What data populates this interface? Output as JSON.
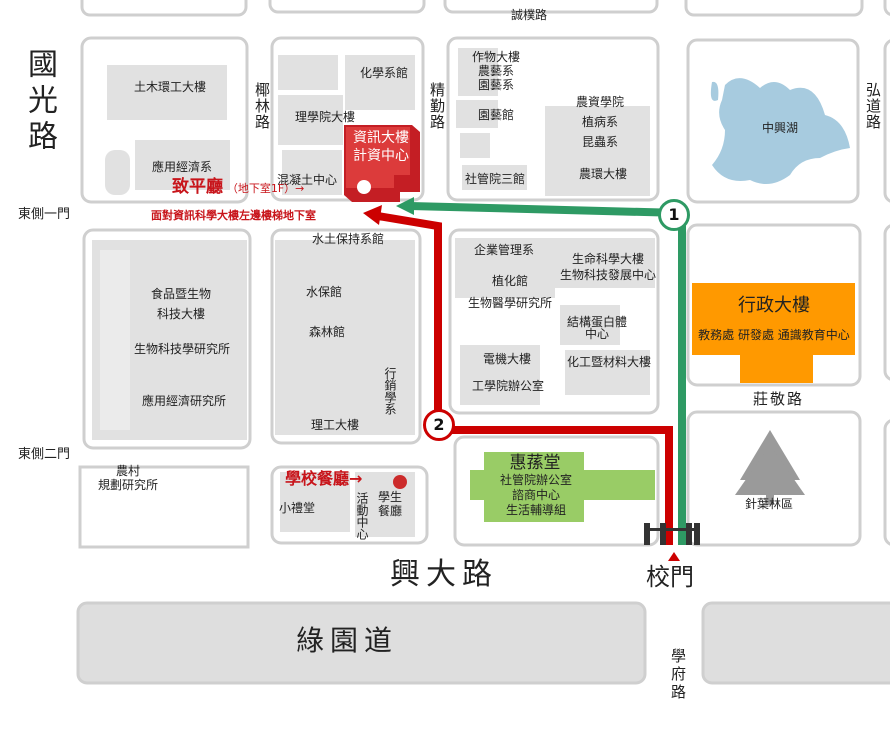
{
  "roads": {
    "guoguang": "國光路",
    "yelin": "椰林路",
    "jingqin": "精勤路",
    "chengpu": "誠樸路",
    "hongdao": "弘道路",
    "zhuangjing": "莊敬路",
    "xingda": "興大路",
    "luyuan": "綠園道",
    "xuefu": "學府路"
  },
  "gates": {
    "east1": "東側一門",
    "east2": "東側二門",
    "main": "校門"
  },
  "buildings": {
    "civil": "土木環工大樓",
    "appecon": "應用經濟系",
    "chem": "化學系館",
    "science": "理學院大樓",
    "concrete": "混凝土中心",
    "it_line1": "資訊大樓",
    "it_line2": "計資中心",
    "crop": [
      "作物大樓",
      "農藝系",
      "園藝系"
    ],
    "horticulture": "園藝館",
    "agri_college": [
      "農資學院",
      "植病系",
      "昆蟲系"
    ],
    "social3": "社管院三館",
    "agri_env": "農環大樓",
    "lake": "中興湖",
    "soilwater": "水土保持系館",
    "food": [
      "食品暨生物",
      "科技大樓"
    ],
    "biotech_inst": "生物科技學研究所",
    "appecon_inst": "應用經濟研究所",
    "waterconserv": "水保館",
    "forest": "森林館",
    "marketing": "行銷學系",
    "sci_eng": "理工大樓",
    "business": "企業管理系",
    "zhihua": "植化館",
    "biomed": "生物醫學研究所",
    "lifesci": [
      "生命科學大樓",
      "生物科技發展中心"
    ],
    "structure": [
      "結構蛋白體",
      "中心"
    ],
    "ee": "電機大樓",
    "eng_office": "工學院辦公室",
    "chem_eng": "化工暨材料大樓",
    "admin_title": "行政大樓",
    "admin_units": "教務處  研發處  通識教育中心",
    "huisun_title": "惠蓀堂",
    "huisun_units": [
      "社管院辦公室",
      "諮商中心",
      "生活輔導組"
    ],
    "conifer": "針葉林區",
    "rural": [
      "農村",
      "規劃研究所"
    ],
    "chapel": "小禮堂",
    "activity": "活動中心",
    "student_dining": "學生餐廳"
  },
  "destination": {
    "name": "致平廳",
    "floor": "（地下室1F）→",
    "note": "面對資訊科學大樓左邊樓梯地下室"
  },
  "restaurant": {
    "name": "學校餐廳→"
  },
  "routes": [
    {
      "id": "1",
      "color": "#2e9a64"
    },
    {
      "id": "2",
      "color": "#cc0000"
    }
  ],
  "colors": {
    "block": "#cfcfcf",
    "building": "#e1e1e1",
    "lake": "#a7cbdf",
    "admin": "#ff9900",
    "huisun": "#99cc66",
    "it": "#cc2222"
  }
}
